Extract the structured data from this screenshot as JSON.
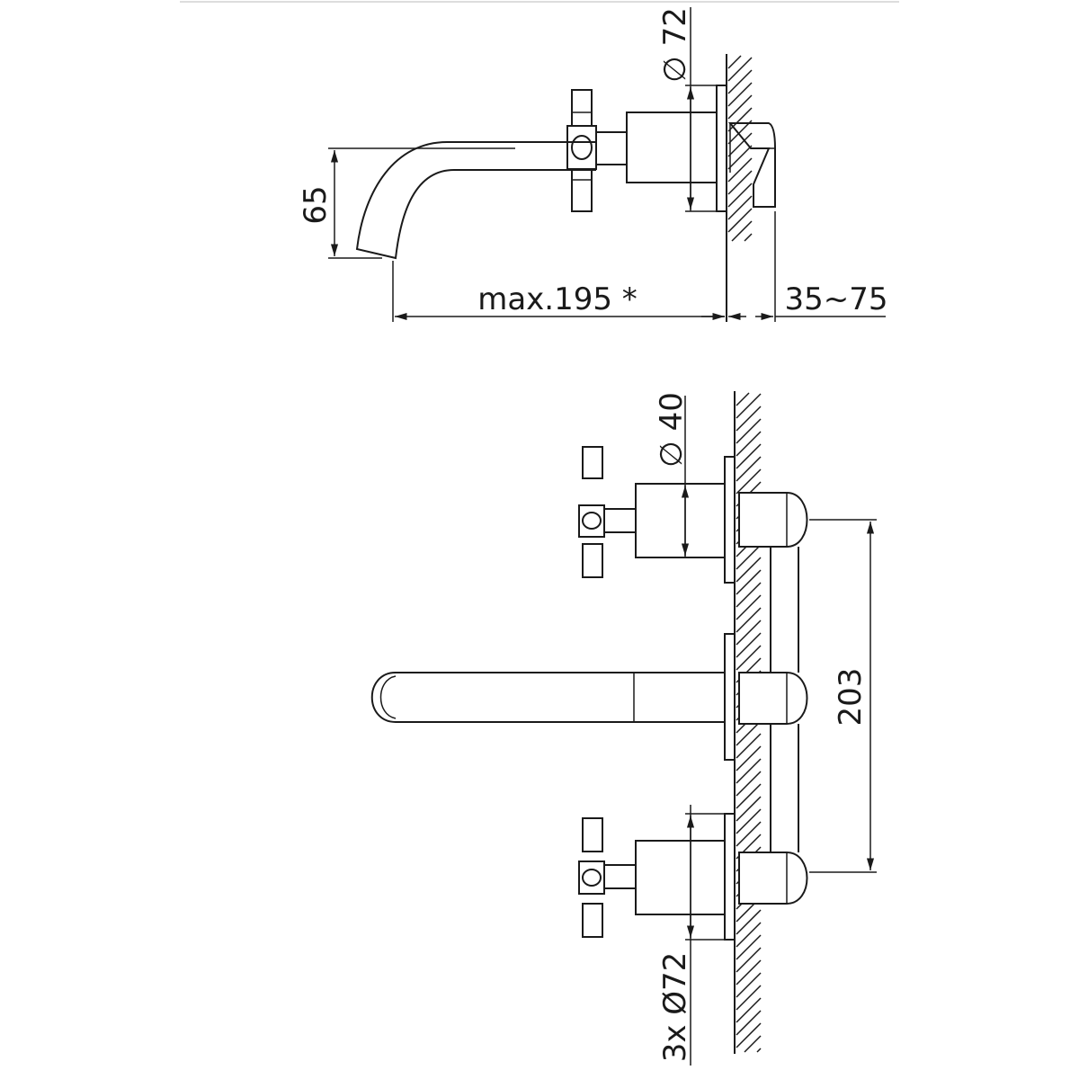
{
  "drawing": {
    "side_view": {
      "dim_height": "65",
      "dim_plate_diameter": "∅ 72",
      "dim_projection": "max.195 *",
      "dim_wall_depth": "35~75"
    },
    "plan_view": {
      "dim_valve_diameter": "∅ 40",
      "dim_spacing": "203",
      "dim_plates": "3x Ø72"
    }
  },
  "colors": {
    "line": "#1a1a1a",
    "background": "#ffffff"
  }
}
